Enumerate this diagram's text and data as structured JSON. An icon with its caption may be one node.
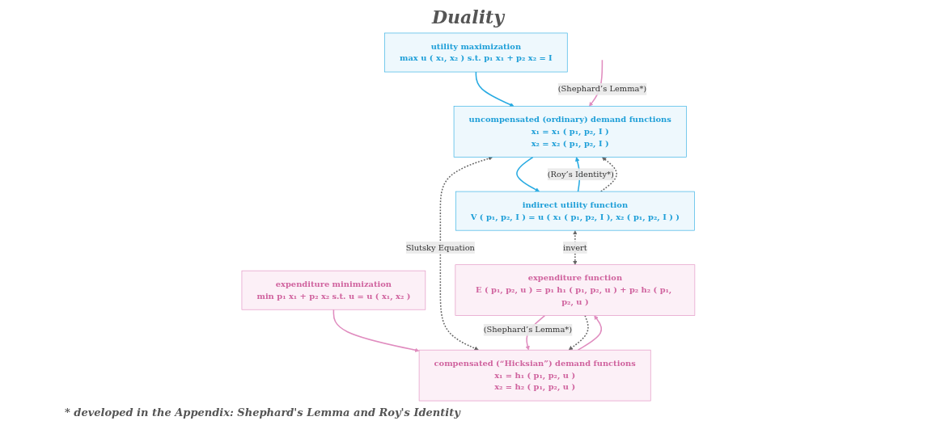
{
  "diagram": {
    "title": "Duality",
    "caption": "* developed in the Appendix: Shephard's Lemma and Roy's Identity",
    "nodes": [
      {
        "text": [
          "utility maximization",
          "max u ( x₁, x₂ ) s.t. p₁ x₁ + p₂ x₂ = I"
        ]
      },
      {
        "text": [
          "uncompensated (ordinary) demand functions",
          "x₁ = x₁ ( p₁, p₂, I )",
          "x₂ = x₂ ( p₁, p₂, I )"
        ]
      },
      {
        "text": [
          "indirect utility function",
          "V ( p₁, p₂, I ) = u ( x₁ ( p₁, p₂, I ), x₂ ( p₁, p₂, I ) )"
        ]
      },
      {
        "text": [
          "expenditure minimization",
          "min p₁ x₁ + p₂ x₂ s.t. u = u ( x₁, x₂ )"
        ]
      },
      {
        "text": [
          "compensated (“Hicksian”) demand functions",
          "x₁ = h₁ ( p₁, p₂, u )",
          "x₂ = h₂ ( p₁, p₂, u )"
        ]
      },
      {
        "text": [
          "expenditure function",
          "E ( p₁, p₂, u ) = p₁ h₁ ( p₁, p₂, u ) + p₂ h₂ ( p₁, p₂, u )"
        ]
      }
    ],
    "edges": [
      {
        "from": 0,
        "to": 1,
        "arrow": "to",
        "color": "#29abe2"
      },
      {
        "from": 1,
        "to": 2,
        "arrow": "to",
        "color": "#29abe2"
      },
      {
        "from": 3,
        "to": 4,
        "arrow": "to",
        "color": "#e08cbf"
      },
      {
        "from": 4,
        "to": 5,
        "arrow": "to",
        "color": "#e08cbf"
      },
      {
        "from": 1,
        "to": 4,
        "arrow": "both",
        "label": "Slutsky Equation",
        "style": "dashed",
        "color": "#666666"
      },
      {
        "from": 2,
        "to": 1,
        "arrow": "to",
        "label": "(Roy’s Identity*)",
        "color": "#29abe2"
      },
      {
        "from": 5,
        "to": 4,
        "arrow": "to",
        "label": "(Shephard’s Lemma*)",
        "color": "#e08cbf"
      },
      {
        "from": 2,
        "to": 1,
        "arrow": "to",
        "style": "dashed",
        "color": "#666666"
      },
      {
        "from": 5,
        "to": 4,
        "arrow": "to",
        "style": "dashed",
        "color": "#666666"
      },
      {
        "from": null,
        "to": 1,
        "arrow": "to",
        "label": "(Shephard’s Lemma*)",
        "color": "#e08cbf"
      },
      {
        "from": 2,
        "to": 5,
        "arrow": "both",
        "label": "invert",
        "style": "dashed",
        "color": "#666666"
      }
    ]
  }
}
